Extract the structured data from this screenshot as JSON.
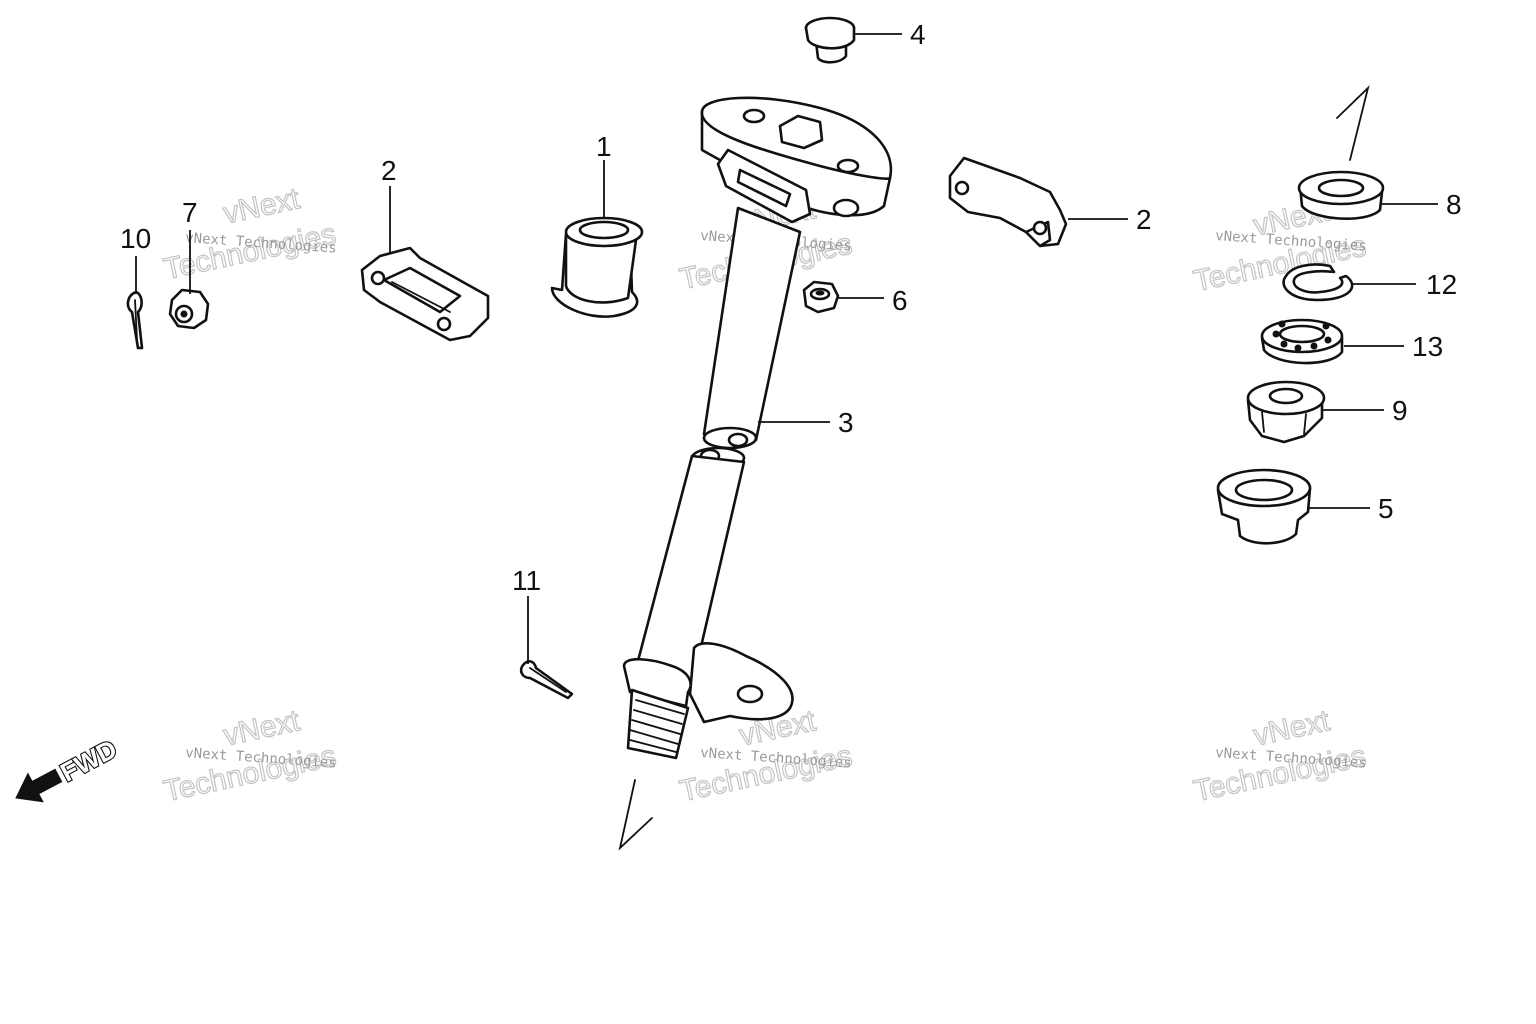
{
  "diagram": {
    "callouts": [
      "1",
      "2",
      "2",
      "3",
      "4",
      "5",
      "6",
      "7",
      "8",
      "9",
      "10",
      "11",
      "12",
      "13"
    ],
    "direction_label": "FWD",
    "watermark": {
      "line1": "vNext Technologies",
      "line2": "vNext",
      "line3": "Technologies"
    }
  }
}
